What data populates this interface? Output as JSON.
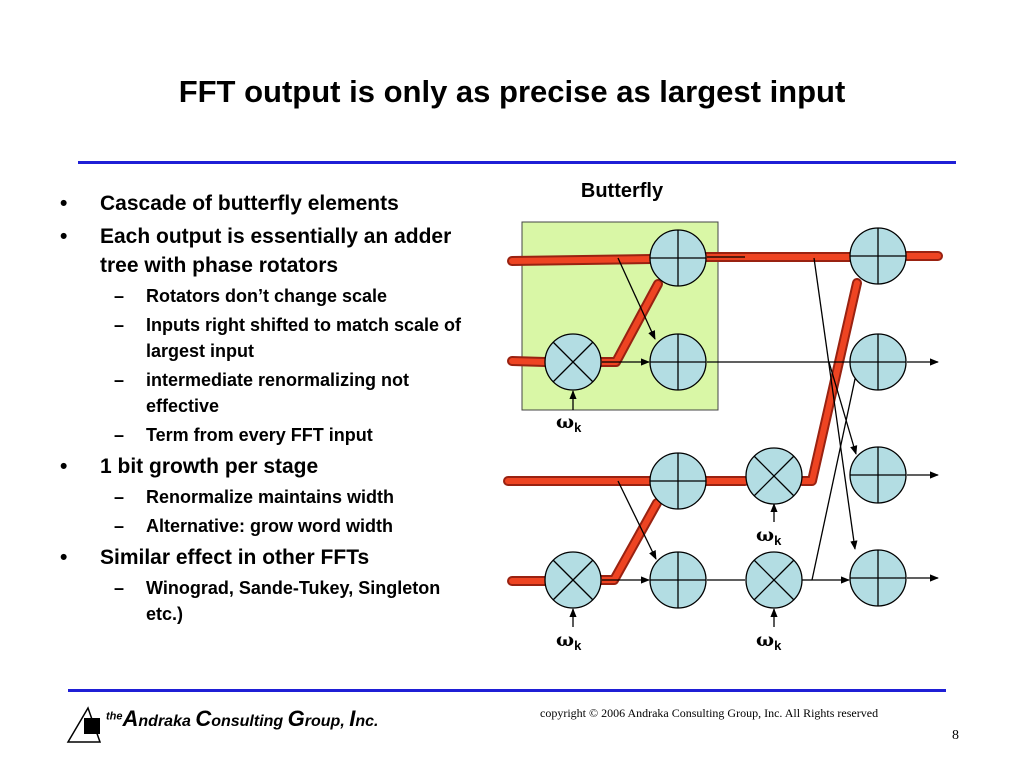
{
  "slide": {
    "title": "FFT output is only as precise as largest input",
    "bullets": [
      {
        "level": 1,
        "text": "Cascade of butterfly elements"
      },
      {
        "level": 1,
        "text": "Each output is essentially an adder tree with phase rotators"
      },
      {
        "level": 2,
        "text": "Rotators don’t change scale"
      },
      {
        "level": 2,
        "text": "Inputs right shifted to match scale of largest input"
      },
      {
        "level": 2,
        "text": "intermediate renormalizing not effective"
      },
      {
        "level": 2,
        "text": "Term from every FFT input"
      },
      {
        "level": 1,
        "text": "1 bit growth per stage"
      },
      {
        "level": 2,
        "text": "Renormalize maintains width"
      },
      {
        "level": 2,
        "text": "Alternative: grow word width"
      },
      {
        "level": 1,
        "text": "Similar effect in other FFTs"
      },
      {
        "level": 2,
        "text": "Winograd, Sande-Tukey, Singleton etc.)"
      }
    ],
    "bullet_mark_l1": "•",
    "bullet_mark_l2": "–"
  },
  "diagram": {
    "label": "Butterfly",
    "omega_symbol": "ω",
    "omega_sub": "k",
    "colors": {
      "node_fill": "#b3dde3",
      "butterfly_box": "#d9f7a6",
      "highlight": "#ee4422",
      "highlight_edge": "#992211",
      "wire": "#000000"
    }
  },
  "footer": {
    "copyright": "copyright © 2006 Andraka Consulting Group, Inc.  All Rights reserved",
    "page_number": "8",
    "logo": {
      "the": "the",
      "a": "A",
      "ndraka": "ndraka ",
      "c": "C",
      "onsulting": "onsulting ",
      "g": "G",
      "roup": "roup, ",
      "i": "I",
      "nc": "nc."
    }
  },
  "theme": {
    "rule_color": "#1f1fd6"
  }
}
